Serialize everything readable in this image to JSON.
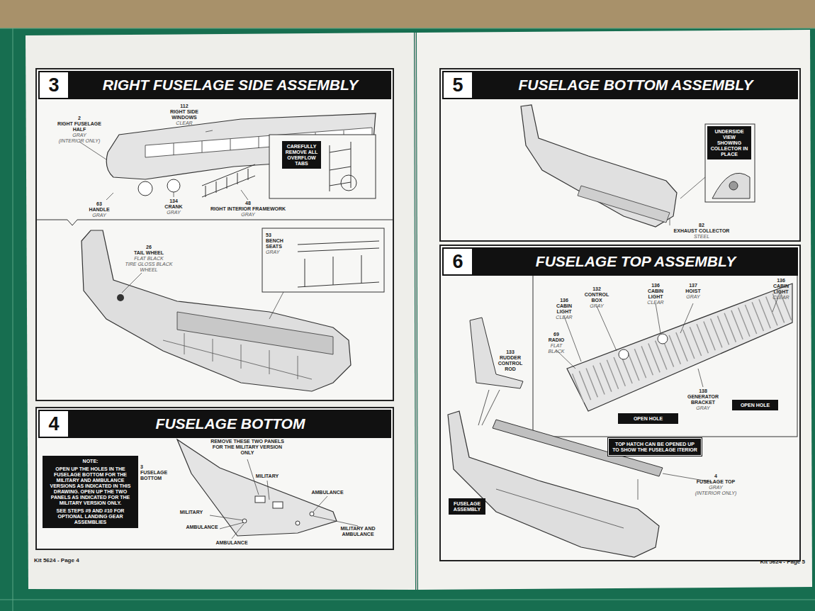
{
  "diagram": {
    "nodes": [
      {
        "text": [
          "3",
          "RIGHT FUSELAGE SIDE ASSEMBLY"
        ]
      },
      {
        "text": [
          "CAREFULLY REMOVE ALL OVERFLOW TABS"
        ],
        "in": 0
      },
      {
        "text": [
          "4",
          "FUSELAGE BOTTOM"
        ]
      },
      {
        "text": [
          "NOTE:",
          "OPEN UP THE HOLES IN THE FUSELAGE BOTTOM FOR THE MILITARY AND AMBULANCE VERSIONS AS INDICATED IN THIS DRAWING. OPEN UP THE TWO PANELS AS INDICATED FOR THE MILITARY VERSION ONLY.",
          "SEE STEPS #9 AND #10 FOR OPTIONAL LANDING GEAR ASSEMBLIES"
        ],
        "in": 2
      },
      {
        "text": [
          "5",
          "FUSELAGE BOTTOM ASSEMBLY"
        ]
      },
      {
        "text": [
          "UNDERSIDE VIEW SHOWING COLLECTOR IN PLACE"
        ],
        "in": 4
      },
      {
        "text": [
          "6",
          "FUSELAGE TOP ASSEMBLY"
        ]
      },
      {
        "text": [
          "OPEN HOLE"
        ],
        "in": 6
      },
      {
        "text": [
          "OPEN HOLE"
        ],
        "in": 6
      },
      {
        "text": [
          "TOP HATCH CAN BE OPENED UP TO SHOW THE FUSELAGE ITERIOR"
        ],
        "in": 6
      },
      {
        "text": [
          "FUSELAGE ASSEMBLY"
        ],
        "in": 6
      }
    ],
    "labels": [
      "2",
      "RIGHT FUSELAGE HALF",
      "GRAY",
      "(INTERIOR ONLY)",
      "112",
      "RIGHT SIDE WINDOWS",
      "CLEAR",
      "63",
      "HANDLE",
      "GRAY",
      "134",
      "CRANK",
      "GRAY",
      "48",
      "RIGHT INTERIOR FRAMEWORK",
      "GRAY",
      "53",
      "BENCH SEATS",
      "GRAY",
      "26",
      "TAIL WHEEL",
      "FLAT BLACK",
      "TIRE GLOSS BLACK",
      "WHEEL",
      "REMOVE THESE TWO PANELS FOR THE MILITARY VERSION ONLY",
      "3",
      "FUSELAGE BOTTOM",
      "MILITARY",
      "AMBULANCE",
      "MILITARY",
      "AMBULANCE",
      "MILITARY AND AMBULANCE",
      "AMBULANCE",
      "82",
      "EXHAUST COLLECTOR",
      "STEEL",
      "132",
      "CONTROL BOX",
      "GRAY",
      "136",
      "CABIN LIGHT",
      "CLEAR",
      "137",
      "HOIST",
      "GRAY",
      "136",
      "CABIN LIGHT",
      "CLEAR",
      "136",
      "CABIN LIGHT",
      "CLEAR",
      "69",
      "RADIO",
      "FLAT BLACK",
      "133",
      "RUDDER CONTROL ROD",
      "138",
      "GENERATOR BRACKET",
      "GRAY",
      "4",
      "FUSELAGE TOP",
      "GRAY",
      "(INTERIOR ONLY)",
      "Kit 5624 - Page 4",
      "Kit 5624 - Page 5"
    ]
  }
}
